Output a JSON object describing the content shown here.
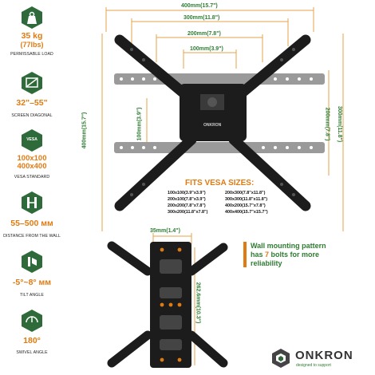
{
  "specs": [
    {
      "icon": "weight-icon",
      "value": "35 kg",
      "value2": "(77lbs)",
      "label": "PERMISSABLE LOAD"
    },
    {
      "icon": "screen-diagonal-icon",
      "value": "32\"–55\"",
      "label": "SCREEN DIAGONAL"
    },
    {
      "icon": "vesa-icon",
      "icon_text": "VESA",
      "value": "100x100",
      "value2": "400x400",
      "label": "VESA STANDARD"
    },
    {
      "icon": "wall-distance-icon",
      "value": "55–500 мм",
      "label": "DISTANCE FROM THE WALL"
    },
    {
      "icon": "tilt-angle-icon",
      "value": "-5°~8° мм",
      "label": "TILT ANGLE"
    },
    {
      "icon": "swivel-angle-icon",
      "value": "180°",
      "label": "SWIVEL ANGLE"
    }
  ],
  "dimensions": {
    "w400": "400mm(15.7\")",
    "w300": "300mm(11.8\")",
    "w200": "200mm(7.8\")",
    "w100": "100mm(3.9\")",
    "h400": "400mm(15.7\")",
    "h100": "100mm(3.9\")",
    "h200": "200mm(7.8\")",
    "h300": "300mm(11.8\")",
    "wall35": "35mm(1.4\")",
    "height262": "262.6mm(10.3\")"
  },
  "vesa": {
    "title": "FITS VESA SIZES:",
    "col1": [
      "100x100(3.9\"x3.9\")",
      "200x100(7.8\"x3.9\")",
      "200x200(7.8\"x7.8\")",
      "300x200(11.8\"x7.8\")"
    ],
    "col2": [
      "200x300(7.8\"x11.8\")",
      "300x300(11.8\"x11.8\")",
      "400x200(15.7\"x7.8\")",
      "400x400(15.7\"x15.7\")"
    ]
  },
  "note": {
    "line1": "Wall mounting pattern",
    "line2a": "has ",
    "line2b": "7",
    "line2c": " bolts for more",
    "line3": "reliability"
  },
  "plate_logo": "ONKRON",
  "brand": {
    "name": "ONKRON",
    "tagline": "designed to support"
  },
  "colors": {
    "accent_orange": "#e07b12",
    "accent_green": "#2f6b3a",
    "dimension_line": "#e6a34a",
    "mount_black": "#1c1c1c",
    "rail_gray": "#9a9a9a"
  }
}
